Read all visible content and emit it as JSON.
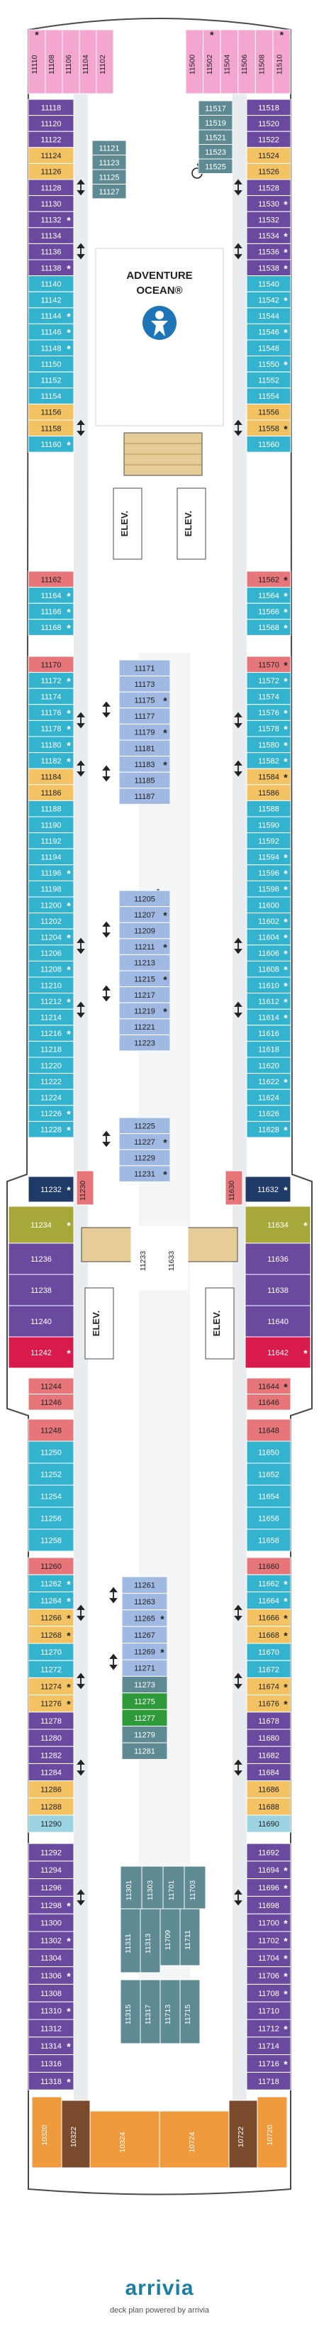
{
  "colors": {
    "hull": "#ffffff",
    "outline": "#4a4a4a",
    "corridor": "#e9ecef",
    "purple": "#6a4a9e",
    "blue": "#34b3cf",
    "yellow": "#f2c263",
    "lightblue": "#9fb9e3",
    "slate": "#5e8a93",
    "green": "#2f9a3a",
    "pink": "#f3a6cf",
    "salmon": "#e7767a",
    "crimson": "#d81b4c",
    "navy": "#1f3a66",
    "olive": "#a6a93a",
    "orange": "#ef9b3d",
    "brown": "#7a4a2c",
    "mint": "#9cd3e2",
    "stairs": "#e6cd98",
    "text": "#222222",
    "textLight": "#ffffff"
  },
  "labels": {
    "elev": "ELEV.",
    "adventure": "ADVENTURE",
    "ocean": "OCEAN®",
    "accessible_icon": "wheelchair-icon",
    "suite_mark": "*",
    "connecting_icon": "double-arrow-icon"
  },
  "brand": {
    "logo": "arrivia",
    "byline": "deck plan powered by arrivia"
  },
  "cabins": [
    {
      "n": "11110",
      "c": "pink"
    },
    {
      "n": "11108",
      "c": "pink"
    },
    {
      "n": "11106",
      "c": "pink"
    },
    {
      "n": "11104",
      "c": "pink"
    },
    {
      "n": "11102",
      "c": "pink"
    },
    {
      "n": "11500",
      "c": "pink"
    },
    {
      "n": "11502",
      "c": "pink"
    },
    {
      "n": "11504",
      "c": "pink"
    },
    {
      "n": "11506",
      "c": "pink"
    },
    {
      "n": "11508",
      "c": "pink"
    },
    {
      "n": "11510",
      "c": "pink"
    },
    {
      "n": "11118",
      "c": "purple"
    },
    {
      "n": "11120",
      "c": "purple"
    },
    {
      "n": "11122",
      "c": "purple"
    },
    {
      "n": "11124",
      "c": "yellow"
    },
    {
      "n": "11126",
      "c": "yellow"
    },
    {
      "n": "11128",
      "c": "purple"
    },
    {
      "n": "11130",
      "c": "purple"
    },
    {
      "n": "11132",
      "c": "purple"
    },
    {
      "n": "11134",
      "c": "purple"
    },
    {
      "n": "11136",
      "c": "purple"
    },
    {
      "n": "11138",
      "c": "purple"
    },
    {
      "n": "11140",
      "c": "blue"
    },
    {
      "n": "11142",
      "c": "blue"
    },
    {
      "n": "11144",
      "c": "blue"
    },
    {
      "n": "11146",
      "c": "blue"
    },
    {
      "n": "11148",
      "c": "blue"
    },
    {
      "n": "11150",
      "c": "blue"
    },
    {
      "n": "11152",
      "c": "blue"
    },
    {
      "n": "11154",
      "c": "blue"
    },
    {
      "n": "11156",
      "c": "yellow"
    },
    {
      "n": "11158",
      "c": "yellow"
    },
    {
      "n": "11160",
      "c": "blue"
    },
    {
      "n": "11518",
      "c": "purple"
    },
    {
      "n": "11520",
      "c": "purple"
    },
    {
      "n": "11522",
      "c": "purple"
    },
    {
      "n": "11524",
      "c": "yellow"
    },
    {
      "n": "11526",
      "c": "yellow"
    },
    {
      "n": "11528",
      "c": "purple"
    },
    {
      "n": "11530",
      "c": "purple"
    },
    {
      "n": "11532",
      "c": "purple"
    },
    {
      "n": "11534",
      "c": "purple"
    },
    {
      "n": "11536",
      "c": "purple"
    },
    {
      "n": "11538",
      "c": "purple"
    },
    {
      "n": "11540",
      "c": "blue"
    },
    {
      "n": "11542",
      "c": "blue"
    },
    {
      "n": "11544",
      "c": "blue"
    },
    {
      "n": "11546",
      "c": "blue"
    },
    {
      "n": "11548",
      "c": "blue"
    },
    {
      "n": "11550",
      "c": "blue"
    },
    {
      "n": "11552",
      "c": "blue"
    },
    {
      "n": "11554",
      "c": "blue"
    },
    {
      "n": "11556",
      "c": "yellow"
    },
    {
      "n": "11558",
      "c": "yellow"
    },
    {
      "n": "11560",
      "c": "blue"
    },
    {
      "n": "11517",
      "c": "slate"
    },
    {
      "n": "11519",
      "c": "slate"
    },
    {
      "n": "11521",
      "c": "slate"
    },
    {
      "n": "11523",
      "c": "slate"
    },
    {
      "n": "11525",
      "c": "slate"
    },
    {
      "n": "11121",
      "c": "slate"
    },
    {
      "n": "11123",
      "c": "slate"
    },
    {
      "n": "11125",
      "c": "slate"
    },
    {
      "n": "11127",
      "c": "slate"
    },
    {
      "n": "11162",
      "c": "salmon"
    },
    {
      "n": "11164",
      "c": "blue"
    },
    {
      "n": "11166",
      "c": "blue"
    },
    {
      "n": "11168",
      "c": "blue"
    },
    {
      "n": "11562",
      "c": "salmon"
    },
    {
      "n": "11564",
      "c": "blue"
    },
    {
      "n": "11566",
      "c": "blue"
    },
    {
      "n": "11568",
      "c": "blue"
    },
    {
      "n": "11170",
      "c": "salmon"
    },
    {
      "n": "11172",
      "c": "blue"
    },
    {
      "n": "11174",
      "c": "blue"
    },
    {
      "n": "11176",
      "c": "blue"
    },
    {
      "n": "11178",
      "c": "blue"
    },
    {
      "n": "11180",
      "c": "blue"
    },
    {
      "n": "11182",
      "c": "blue"
    },
    {
      "n": "11184",
      "c": "yellow"
    },
    {
      "n": "11186",
      "c": "yellow"
    },
    {
      "n": "11188",
      "c": "blue"
    },
    {
      "n": "11190",
      "c": "blue"
    },
    {
      "n": "11192",
      "c": "blue"
    },
    {
      "n": "11194",
      "c": "blue"
    },
    {
      "n": "11196",
      "c": "blue"
    },
    {
      "n": "11198",
      "c": "blue"
    },
    {
      "n": "11200",
      "c": "blue"
    },
    {
      "n": "11202",
      "c": "blue"
    },
    {
      "n": "11204",
      "c": "blue"
    },
    {
      "n": "11206",
      "c": "blue"
    },
    {
      "n": "11208",
      "c": "blue"
    },
    {
      "n": "11210",
      "c": "blue"
    },
    {
      "n": "11212",
      "c": "blue"
    },
    {
      "n": "11214",
      "c": "blue"
    },
    {
      "n": "11216",
      "c": "blue"
    },
    {
      "n": "11218",
      "c": "blue"
    },
    {
      "n": "11220",
      "c": "blue"
    },
    {
      "n": "11222",
      "c": "blue"
    },
    {
      "n": "11224",
      "c": "blue"
    },
    {
      "n": "11226",
      "c": "blue"
    },
    {
      "n": "11228",
      "c": "blue"
    },
    {
      "n": "11570",
      "c": "salmon"
    },
    {
      "n": "11572",
      "c": "blue"
    },
    {
      "n": "11574",
      "c": "blue"
    },
    {
      "n": "11576",
      "c": "blue"
    },
    {
      "n": "11578",
      "c": "blue"
    },
    {
      "n": "11580",
      "c": "blue"
    },
    {
      "n": "11582",
      "c": "blue"
    },
    {
      "n": "11584",
      "c": "yellow"
    },
    {
      "n": "11586",
      "c": "yellow"
    },
    {
      "n": "11588",
      "c": "blue"
    },
    {
      "n": "11590",
      "c": "blue"
    },
    {
      "n": "11592",
      "c": "blue"
    },
    {
      "n": "11594",
      "c": "blue"
    },
    {
      "n": "11596",
      "c": "blue"
    },
    {
      "n": "11598",
      "c": "blue"
    },
    {
      "n": "11600",
      "c": "blue"
    },
    {
      "n": "11602",
      "c": "blue"
    },
    {
      "n": "11604",
      "c": "blue"
    },
    {
      "n": "11606",
      "c": "blue"
    },
    {
      "n": "11608",
      "c": "blue"
    },
    {
      "n": "11610",
      "c": "blue"
    },
    {
      "n": "11612",
      "c": "blue"
    },
    {
      "n": "11614",
      "c": "blue"
    },
    {
      "n": "11616",
      "c": "blue"
    },
    {
      "n": "11618",
      "c": "blue"
    },
    {
      "n": "11620",
      "c": "blue"
    },
    {
      "n": "11622",
      "c": "blue"
    },
    {
      "n": "11624",
      "c": "blue"
    },
    {
      "n": "11626",
      "c": "blue"
    },
    {
      "n": "11628",
      "c": "blue"
    },
    {
      "n": "11171",
      "c": "lightblue"
    },
    {
      "n": "11173",
      "c": "lightblue"
    },
    {
      "n": "11175",
      "c": "lightblue"
    },
    {
      "n": "11177",
      "c": "lightblue"
    },
    {
      "n": "11179",
      "c": "lightblue"
    },
    {
      "n": "11181",
      "c": "lightblue"
    },
    {
      "n": "11183",
      "c": "lightblue"
    },
    {
      "n": "11185",
      "c": "lightblue"
    },
    {
      "n": "11187",
      "c": "lightblue"
    },
    {
      "n": "11205",
      "c": "lightblue"
    },
    {
      "n": "11207",
      "c": "lightblue"
    },
    {
      "n": "11209",
      "c": "lightblue"
    },
    {
      "n": "11211",
      "c": "lightblue"
    },
    {
      "n": "11213",
      "c": "lightblue"
    },
    {
      "n": "11215",
      "c": "lightblue"
    },
    {
      "n": "11217",
      "c": "lightblue"
    },
    {
      "n": "11219",
      "c": "lightblue"
    },
    {
      "n": "11221",
      "c": "lightblue"
    },
    {
      "n": "11223",
      "c": "lightblue"
    },
    {
      "n": "11225",
      "c": "lightblue"
    },
    {
      "n": "11227",
      "c": "lightblue"
    },
    {
      "n": "11229",
      "c": "lightblue"
    },
    {
      "n": "11231",
      "c": "lightblue"
    },
    {
      "n": "11232",
      "c": "navy"
    },
    {
      "n": "11230",
      "c": "salmon"
    },
    {
      "n": "11630",
      "c": "salmon"
    },
    {
      "n": "11632",
      "c": "navy"
    },
    {
      "n": "11233",
      "c": "white"
    },
    {
      "n": "11633",
      "c": "white"
    },
    {
      "n": "11234",
      "c": "olive"
    },
    {
      "n": "11236",
      "c": "purple"
    },
    {
      "n": "11238",
      "c": "purple"
    },
    {
      "n": "11240",
      "c": "purple"
    },
    {
      "n": "11242",
      "c": "crimson"
    },
    {
      "n": "11634",
      "c": "olive"
    },
    {
      "n": "11636",
      "c": "purple"
    },
    {
      "n": "11638",
      "c": "purple"
    },
    {
      "n": "11640",
      "c": "purple"
    },
    {
      "n": "11642",
      "c": "crimson"
    },
    {
      "n": "11244",
      "c": "salmon"
    },
    {
      "n": "11246",
      "c": "salmon"
    },
    {
      "n": "11644",
      "c": "salmon"
    },
    {
      "n": "11646",
      "c": "salmon"
    },
    {
      "n": "11248",
      "c": "salmon"
    },
    {
      "n": "11250",
      "c": "blue"
    },
    {
      "n": "11252",
      "c": "blue"
    },
    {
      "n": "11254",
      "c": "blue"
    },
    {
      "n": "11256",
      "c": "blue"
    },
    {
      "n": "11258",
      "c": "blue"
    },
    {
      "n": "11648",
      "c": "salmon"
    },
    {
      "n": "11650",
      "c": "blue"
    },
    {
      "n": "11652",
      "c": "blue"
    },
    {
      "n": "11654",
      "c": "blue"
    },
    {
      "n": "11656",
      "c": "blue"
    },
    {
      "n": "11658",
      "c": "blue"
    },
    {
      "n": "11260",
      "c": "salmon"
    },
    {
      "n": "11262",
      "c": "blue"
    },
    {
      "n": "11264",
      "c": "blue"
    },
    {
      "n": "11266",
      "c": "yellow"
    },
    {
      "n": "11268",
      "c": "yellow"
    },
    {
      "n": "11270",
      "c": "blue"
    },
    {
      "n": "11272",
      "c": "blue"
    },
    {
      "n": "11274",
      "c": "yellow"
    },
    {
      "n": "11276",
      "c": "yellow"
    },
    {
      "n": "11278",
      "c": "purple"
    },
    {
      "n": "11280",
      "c": "purple"
    },
    {
      "n": "11282",
      "c": "purple"
    },
    {
      "n": "11284",
      "c": "purple"
    },
    {
      "n": "11286",
      "c": "yellow"
    },
    {
      "n": "11288",
      "c": "yellow"
    },
    {
      "n": "11290",
      "c": "mint"
    },
    {
      "n": "11660",
      "c": "salmon"
    },
    {
      "n": "11662",
      "c": "blue"
    },
    {
      "n": "11664",
      "c": "blue"
    },
    {
      "n": "11666",
      "c": "yellow"
    },
    {
      "n": "11668",
      "c": "yellow"
    },
    {
      "n": "11670",
      "c": "blue"
    },
    {
      "n": "11672",
      "c": "blue"
    },
    {
      "n": "11674",
      "c": "yellow"
    },
    {
      "n": "11676",
      "c": "yellow"
    },
    {
      "n": "11678",
      "c": "purple"
    },
    {
      "n": "11680",
      "c": "purple"
    },
    {
      "n": "11682",
      "c": "purple"
    },
    {
      "n": "11684",
      "c": "purple"
    },
    {
      "n": "11686",
      "c": "yellow"
    },
    {
      "n": "11688",
      "c": "yellow"
    },
    {
      "n": "11690",
      "c": "mint"
    },
    {
      "n": "11261",
      "c": "lightblue"
    },
    {
      "n": "11263",
      "c": "lightblue"
    },
    {
      "n": "11265",
      "c": "lightblue"
    },
    {
      "n": "11267",
      "c": "lightblue"
    },
    {
      "n": "11269",
      "c": "lightblue"
    },
    {
      "n": "11271",
      "c": "lightblue"
    },
    {
      "n": "11273",
      "c": "slate"
    },
    {
      "n": "11275",
      "c": "green"
    },
    {
      "n": "11277",
      "c": "green"
    },
    {
      "n": "11279",
      "c": "slate"
    },
    {
      "n": "11281",
      "c": "slate"
    },
    {
      "n": "11292",
      "c": "purple"
    },
    {
      "n": "11294",
      "c": "purple"
    },
    {
      "n": "11296",
      "c": "purple"
    },
    {
      "n": "11298",
      "c": "purple"
    },
    {
      "n": "11300",
      "c": "purple"
    },
    {
      "n": "11302",
      "c": "purple"
    },
    {
      "n": "11304",
      "c": "purple"
    },
    {
      "n": "11306",
      "c": "purple"
    },
    {
      "n": "11308",
      "c": "purple"
    },
    {
      "n": "11310",
      "c": "purple"
    },
    {
      "n": "11312",
      "c": "purple"
    },
    {
      "n": "11314",
      "c": "purple"
    },
    {
      "n": "11316",
      "c": "purple"
    },
    {
      "n": "11318",
      "c": "purple"
    },
    {
      "n": "11692",
      "c": "purple"
    },
    {
      "n": "11694",
      "c": "purple"
    },
    {
      "n": "11696",
      "c": "purple"
    },
    {
      "n": "11698",
      "c": "purple"
    },
    {
      "n": "11700",
      "c": "purple"
    },
    {
      "n": "11702",
      "c": "purple"
    },
    {
      "n": "11704",
      "c": "purple"
    },
    {
      "n": "11706",
      "c": "purple"
    },
    {
      "n": "11708",
      "c": "purple"
    },
    {
      "n": "11710",
      "c": "purple"
    },
    {
      "n": "11712",
      "c": "purple"
    },
    {
      "n": "11714",
      "c": "purple"
    },
    {
      "n": "11716",
      "c": "purple"
    },
    {
      "n": "11718",
      "c": "purple"
    },
    {
      "n": "11301",
      "c": "slate"
    },
    {
      "n": "11303",
      "c": "slate"
    },
    {
      "n": "11311",
      "c": "slate"
    },
    {
      "n": "11313",
      "c": "slate"
    },
    {
      "n": "11315",
      "c": "slate"
    },
    {
      "n": "11317",
      "c": "slate"
    },
    {
      "n": "11701",
      "c": "slate"
    },
    {
      "n": "11703",
      "c": "slate"
    },
    {
      "n": "11709",
      "c": "slate"
    },
    {
      "n": "11711",
      "c": "slate"
    },
    {
      "n": "11713",
      "c": "slate"
    },
    {
      "n": "11715",
      "c": "slate"
    },
    {
      "n": "10320",
      "c": "orange"
    },
    {
      "n": "10322",
      "c": "brown"
    },
    {
      "n": "10324",
      "c": "orange"
    },
    {
      "n": "10724",
      "c": "orange"
    },
    {
      "n": "10722",
      "c": "brown"
    },
    {
      "n": "10720",
      "c": "orange"
    }
  ]
}
